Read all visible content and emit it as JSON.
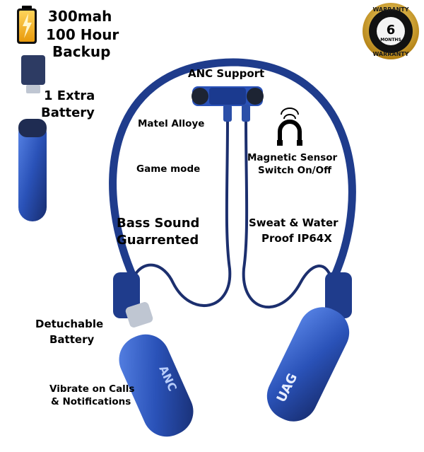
{
  "features": {
    "battery_capacity": "300mah",
    "backup_line1": "100 Hour",
    "backup_line2": "Backup",
    "extra_battery_line1": "1 Extra",
    "extra_battery_line2": "Battery",
    "anc_support": "ANC Support",
    "metal_alloy": "Matel Alloye",
    "game_mode": "Game mode",
    "magnetic_sensor_line1": "Magnetic Sensor",
    "magnetic_sensor_line2": "Switch On/Off",
    "bass_line1": "Bass Sound",
    "bass_line2": "Guarrented",
    "sweat_line1": "Sweat & Water",
    "sweat_line2": "Proof IP64X",
    "detachable_line1": "Detuchable",
    "detachable_line2": "Battery",
    "vibrate_line1": "Vibrate on Calls",
    "vibrate_line2": "& Notifications"
  },
  "product_marks": {
    "left_band_text": "ANC",
    "right_band_text": "UAG"
  },
  "warranty_badge": {
    "top_text": "WARRANTY",
    "bottom_text": "WARRANTY",
    "number": "6",
    "unit": "MONTHS"
  },
  "colors": {
    "band_blue": "#1f3c8c",
    "band_dark": "#18234f",
    "accent_blue": "#2e5fd0",
    "battery_yellow": "#f2b21a",
    "badge_gold": "#d8a526"
  },
  "icons": {
    "battery": "battery-icon",
    "magnet": "magnet-icon",
    "warranty": "warranty-badge-icon"
  }
}
